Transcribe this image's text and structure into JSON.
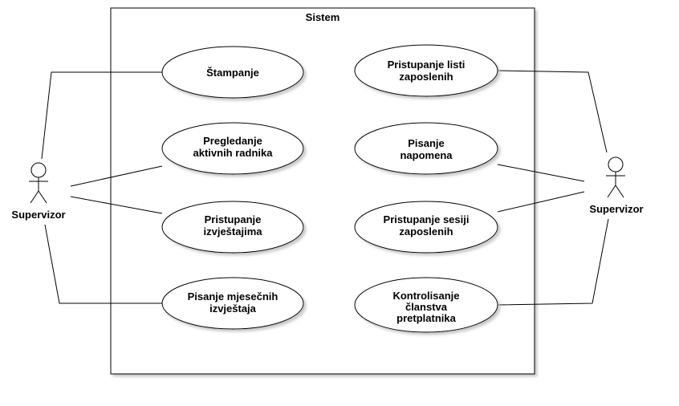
{
  "system": {
    "title": "Sistem"
  },
  "actors": {
    "left": {
      "label": "Supervizor"
    },
    "right": {
      "label": "Supervizor"
    }
  },
  "use_cases": {
    "stampanje": [
      "Štampanje"
    ],
    "pregledanje": [
      "Pregledanje",
      "aktivnih radnika"
    ],
    "izvjestaji": [
      "Pristupanje",
      "izvještajima"
    ],
    "mjesecni": [
      "Pisanje mjesečnih",
      "izvještaja"
    ],
    "listi": [
      "Pristupanje listi",
      "zaposlenih"
    ],
    "napomena": [
      "Pisanje",
      "napomena"
    ],
    "sesiji": [
      "Pristupanje sesiji",
      "zaposlenih"
    ],
    "clanstvo": [
      "Kontrolisanje",
      "članstva",
      "pretplatnika"
    ]
  },
  "colors": {
    "line": "#000000",
    "fill": "#ffffff",
    "shadow": "#cccccc"
  }
}
